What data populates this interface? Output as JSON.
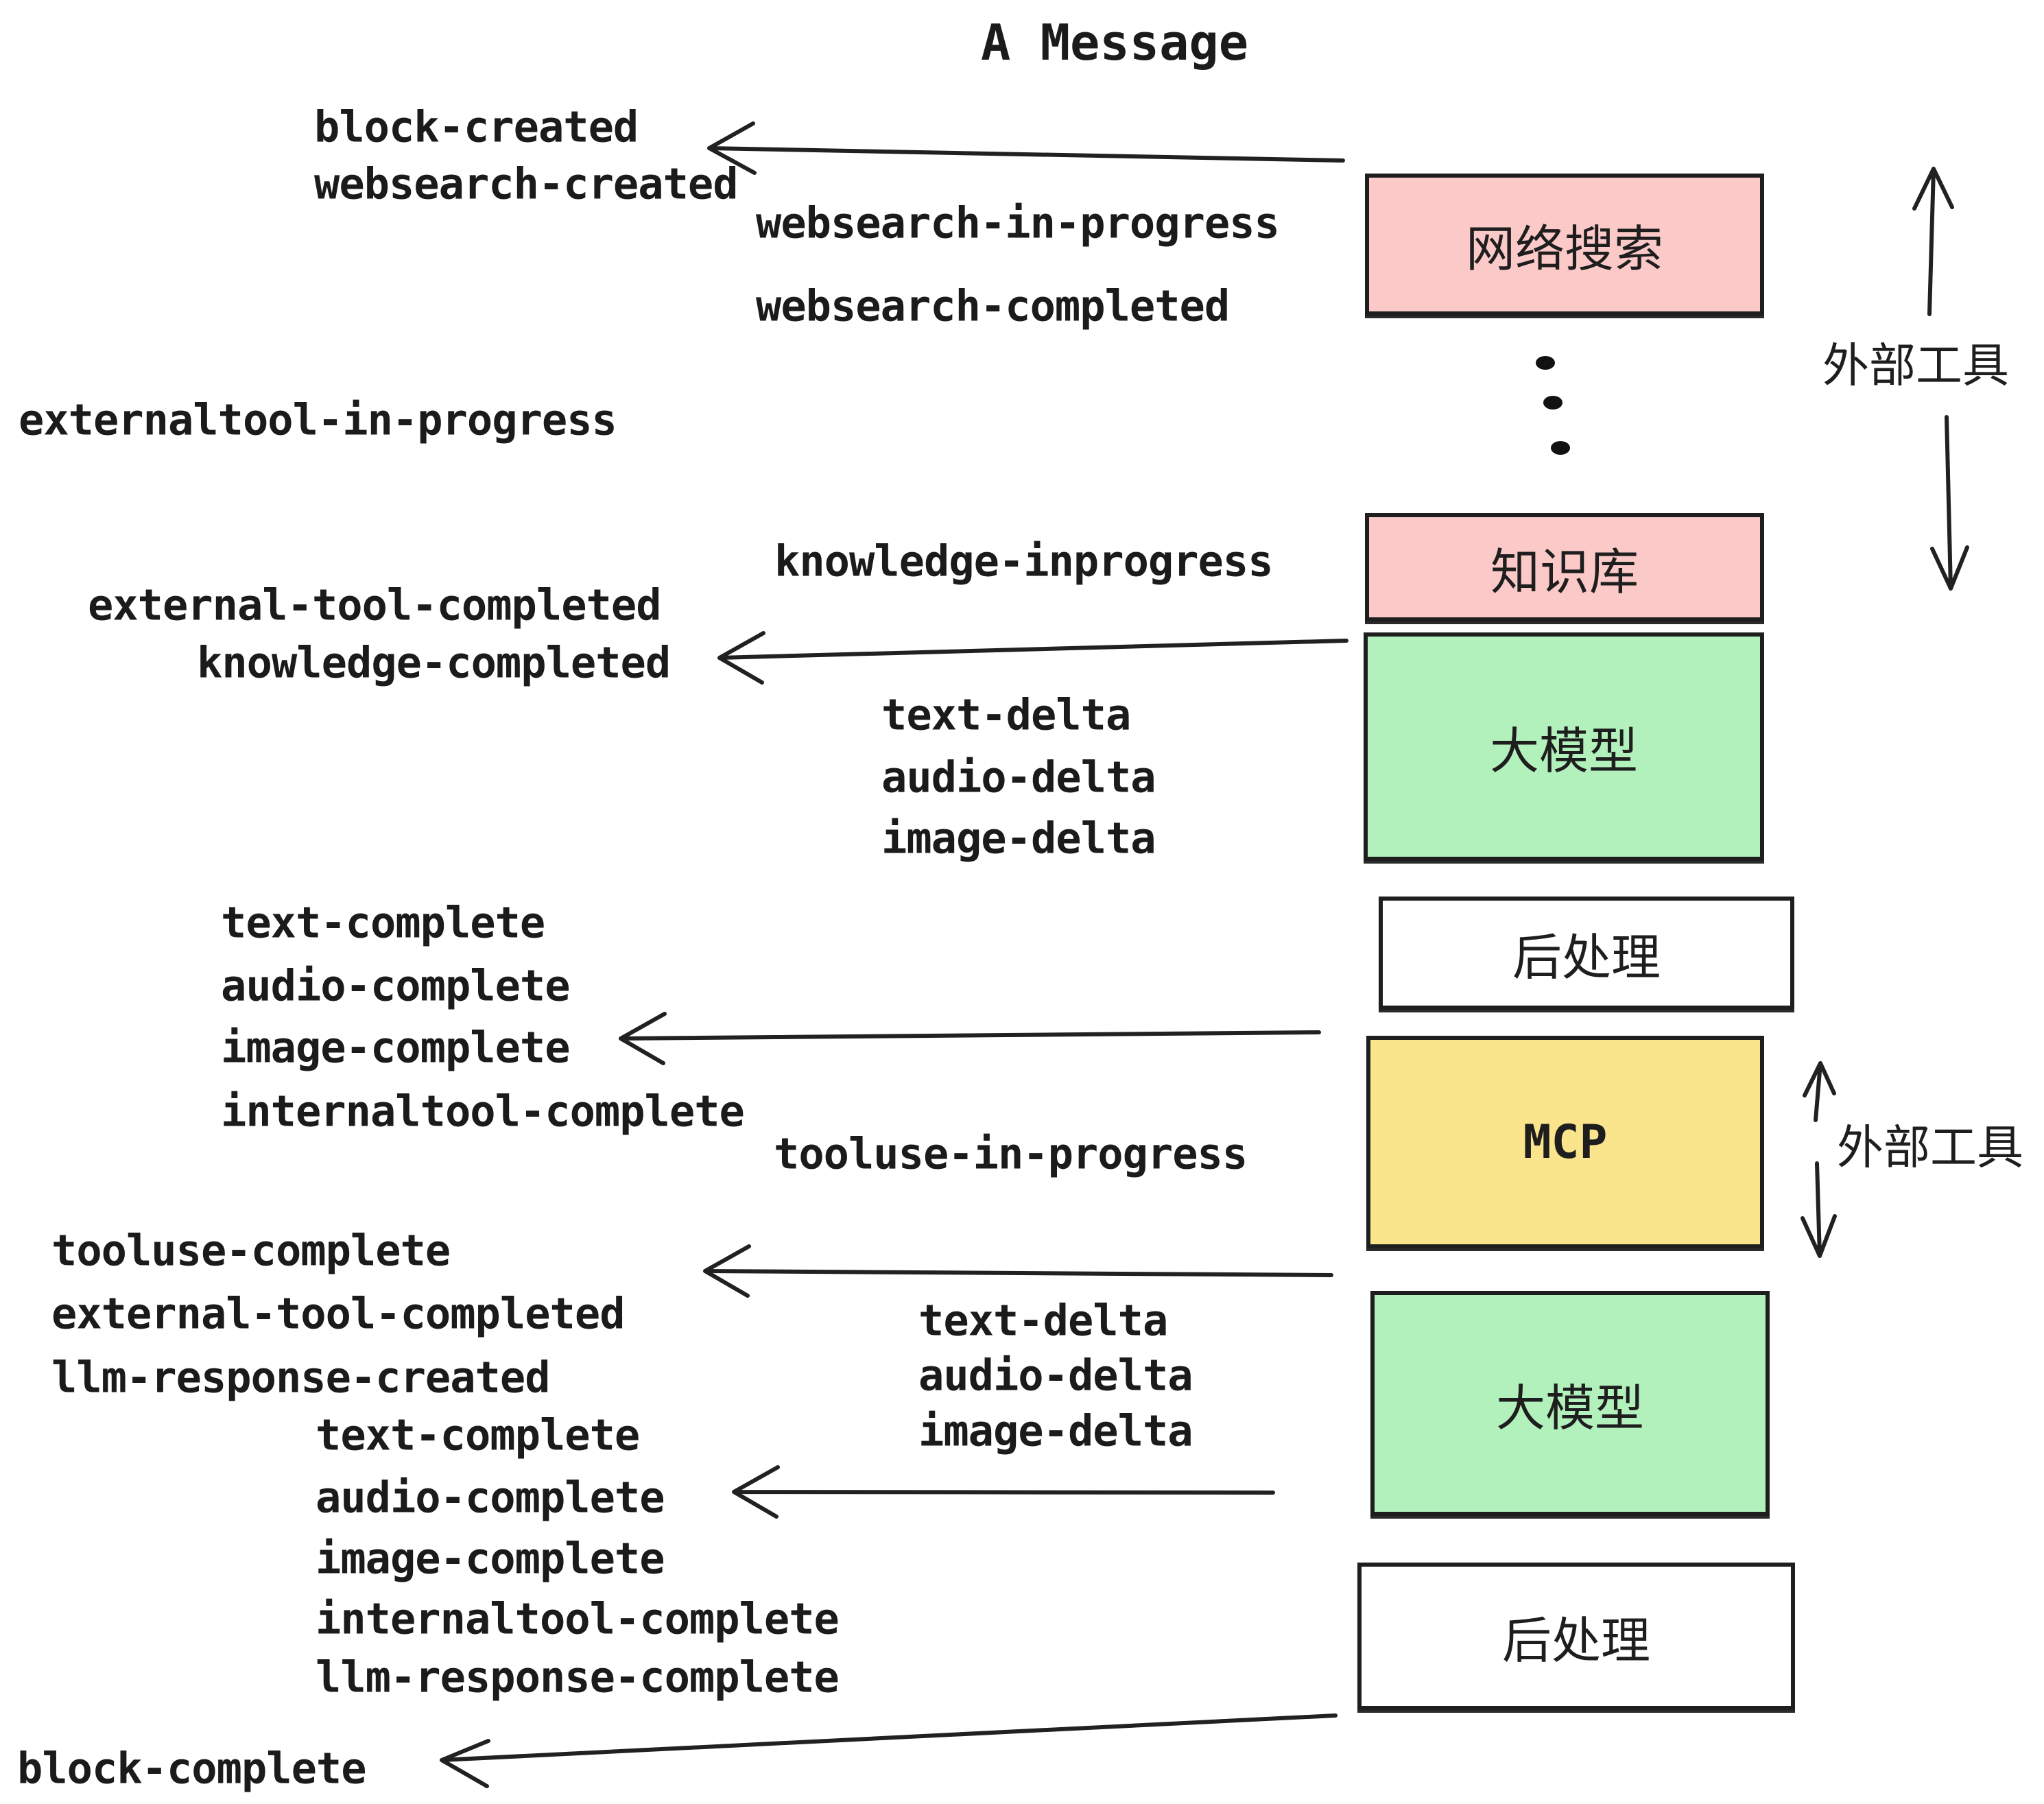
{
  "title": "A Message",
  "boxes": {
    "websearch": "网络搜索",
    "knowledge": "知识库",
    "llm1": "大模型",
    "post1": "后处理",
    "mcp": "MCP",
    "llm2": "大模型",
    "post2": "后处理"
  },
  "side_labels": {
    "top": "外部工具",
    "bottom": "外部工具"
  },
  "events": {
    "start": [
      "block-created",
      "websearch-created"
    ],
    "websearch": [
      "websearch-in-progress",
      "websearch-completed"
    ],
    "externaltool_in_progress": "externaltool-in-progress",
    "external_done": [
      "external-tool-completed",
      "knowledge-completed"
    ],
    "knowledge_inprogress": "knowledge-inprogress",
    "delta1": [
      "text-delta",
      "audio-delta",
      "image-delta"
    ],
    "complete1": [
      "text-complete",
      "audio-complete",
      "image-complete",
      "internaltool-complete"
    ],
    "tooluse_in_progress": "tooluse-in-progress",
    "tool_done": [
      "tooluse-complete",
      "external-tool-completed",
      "llm-response-created"
    ],
    "delta2": [
      "text-delta",
      "audio-delta",
      "image-delta"
    ],
    "complete2": [
      "text-complete",
      "audio-complete",
      "image-complete",
      "internaltool-complete",
      "llm-response-complete"
    ],
    "end": "block-complete"
  },
  "colors": {
    "pink": "#FBC9C7",
    "green": "#B2F0BC",
    "yellow": "#FAE58C",
    "white": "#FFFFFF",
    "ink": "#212121"
  }
}
